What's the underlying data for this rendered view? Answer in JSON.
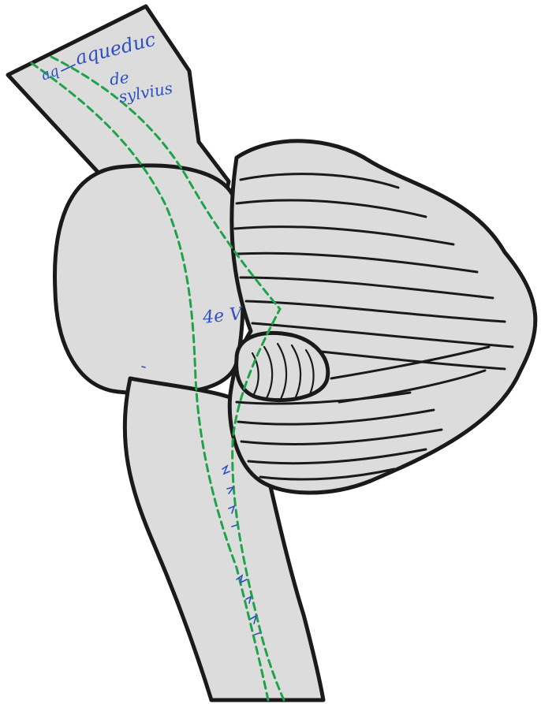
{
  "annotations": {
    "label_aqueduc": "aqueduc",
    "label_de": "de",
    "label_sylvius": "sylvius",
    "label_v4": "4e V",
    "label_aq": "aq"
  },
  "colors": {
    "outline": "#1a1a1a",
    "fill": "#dcdcdc",
    "dashed_line": "#1fa34a",
    "handwriting": "#2f4fc0"
  }
}
